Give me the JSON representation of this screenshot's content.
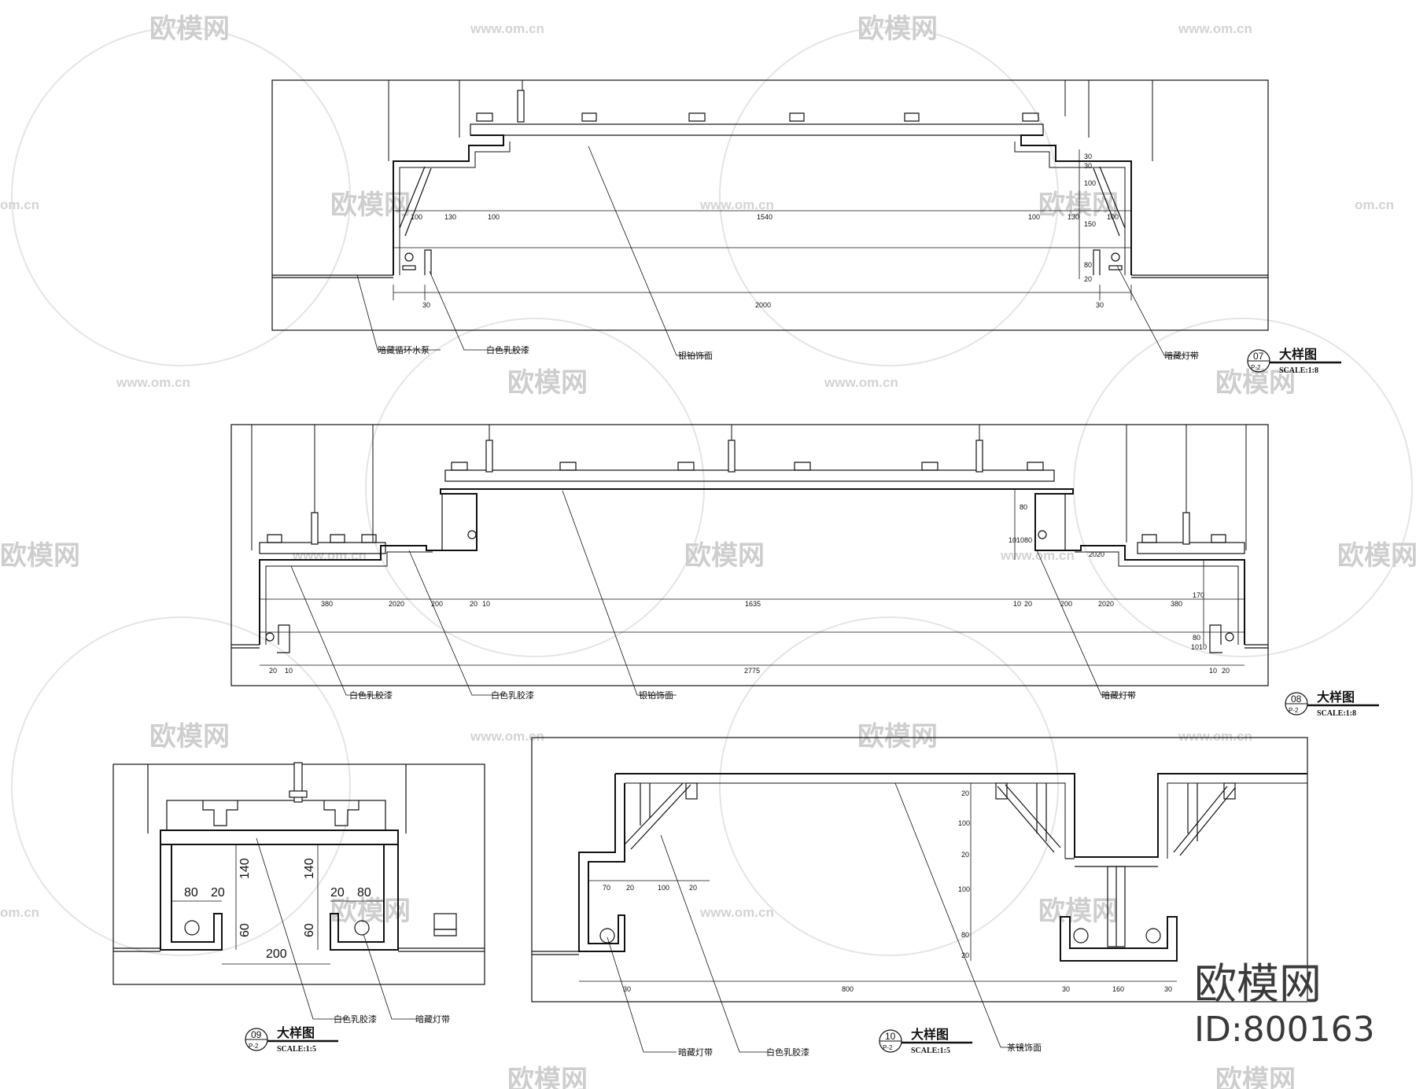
{
  "watermark": {
    "brand": "欧模网",
    "url": "www.om.cn",
    "url_short": "om.cn"
  },
  "corner_logo": {
    "brand": "欧模网",
    "id_text": "ID:800163"
  },
  "details": [
    {
      "number": "07",
      "sheet": "P-2",
      "title": "大样图",
      "scale": "SCALE:1:8",
      "dims_top": [
        "100",
        "130",
        "100",
        "1540",
        "100",
        "130",
        "100"
      ],
      "dims_bottom": [
        "30",
        "2000",
        "30"
      ],
      "dims_vertical": [
        "30",
        "30",
        "100",
        "150",
        "80",
        "20"
      ],
      "callouts": [
        "暗藏循环水泵",
        "白色乳胶漆",
        "银铂饰面",
        "暗藏灯带"
      ]
    },
    {
      "number": "08",
      "sheet": "P-2",
      "title": "大样图",
      "scale": "SCALE:1:8",
      "dims_top": [
        "380",
        "2020",
        "200",
        "20",
        "10",
        "1635",
        "10",
        "20",
        "200",
        "2020",
        "380"
      ],
      "dims_bottom": [
        "20",
        "10",
        "2775",
        "10",
        "20"
      ],
      "dims_vertical": [
        "80",
        "10",
        "10",
        "80",
        "20",
        "20",
        "170",
        "10",
        "10",
        "80"
      ],
      "callouts": [
        "白色乳胶漆",
        "白色乳胶漆",
        "银铂饰面",
        "暗藏灯带"
      ]
    },
    {
      "number": "09",
      "sheet": "P-2",
      "title": "大样图",
      "scale": "SCALE:1:5",
      "dims": [
        "80",
        "20",
        "140",
        "140",
        "20",
        "80",
        "60",
        "60",
        "200"
      ],
      "callouts": [
        "白色乳胶漆",
        "暗藏灯带"
      ]
    },
    {
      "number": "10",
      "sheet": "P-2",
      "title": "大样图",
      "scale": "SCALE:1:5",
      "dims_top": [
        "70",
        "20",
        "100",
        "20"
      ],
      "dims_bottom": [
        "30",
        "800",
        "30",
        "160",
        "30"
      ],
      "dims_vertical": [
        "20",
        "100",
        "20",
        "100",
        "80",
        "20"
      ],
      "callouts": [
        "暗藏灯带",
        "白色乳胶漆",
        "茶镜饰面"
      ]
    }
  ]
}
